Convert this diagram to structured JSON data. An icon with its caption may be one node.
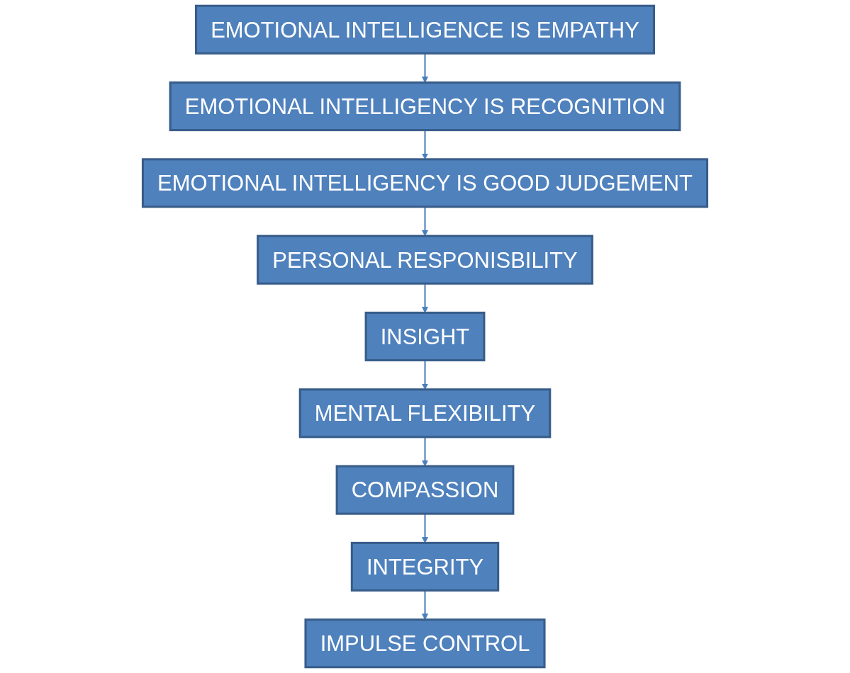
{
  "diagram": {
    "nodes": [
      {
        "text": [
          "EMOTIONAL INTELLIGENCE IS EMPATHY"
        ]
      },
      {
        "text": [
          "EMOTIONAL INTELLIGENCY IS RECOGNITION"
        ]
      },
      {
        "text": [
          "EMOTIONAL INTELLIGENCY IS GOOD JUDGEMENT"
        ]
      },
      {
        "text": [
          "PERSONAL RESPONISBILITY"
        ]
      },
      {
        "text": [
          "INSIGHT"
        ]
      },
      {
        "text": [
          "MENTAL FLEXIBILITY"
        ]
      },
      {
        "text": [
          "COMPASSION"
        ]
      },
      {
        "text": [
          "INTEGRITY"
        ]
      },
      {
        "text": [
          "IMPULSE CONTROL"
        ]
      }
    ],
    "edges": [
      {
        "from": 0,
        "to": 1,
        "arrow": "to"
      },
      {
        "from": 1,
        "to": 2,
        "arrow": "to"
      },
      {
        "from": 2,
        "to": 3,
        "arrow": "to"
      },
      {
        "from": 3,
        "to": 4,
        "arrow": "to"
      },
      {
        "from": 4,
        "to": 5,
        "arrow": "to"
      },
      {
        "from": 5,
        "to": 6,
        "arrow": "to"
      },
      {
        "from": 6,
        "to": 7,
        "arrow": "to"
      },
      {
        "from": 7,
        "to": 8,
        "arrow": "to"
      }
    ]
  }
}
